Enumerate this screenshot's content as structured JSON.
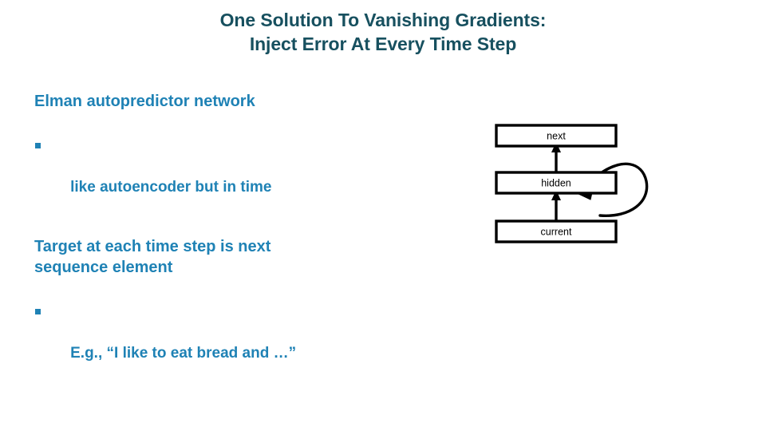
{
  "slide": {
    "title_line1": "One Solution To Vanishing Gradients:",
    "title_line2": "Inject Error At Every Time Step",
    "title_color": "#17505F",
    "body_color": "#1F82B5",
    "background_color": "#FFFFFF"
  },
  "body": {
    "items": [
      {
        "level": 1,
        "text": "Elman autopredictor network"
      },
      {
        "level": 2,
        "text": "like autoencoder but in time",
        "bullet": "filled-square-bullet"
      },
      {
        "level": 1,
        "text": "Target at each time step is next\nsequence element"
      },
      {
        "level": 2,
        "text": "E.g., “I like to eat bread and …”",
        "bullet": "filled-square-bullet"
      }
    ]
  },
  "diagram": {
    "name": "elman-autopredictor-network",
    "stroke_color": "#000000",
    "label_color": "#000000",
    "nodes": [
      {
        "id": "next",
        "label": "next"
      },
      {
        "id": "hidden",
        "label": "hidden"
      },
      {
        "id": "current",
        "label": "current"
      }
    ],
    "edges": [
      {
        "from": "hidden",
        "to": "next",
        "type": "arrow-up"
      },
      {
        "from": "current",
        "to": "hidden",
        "type": "arrow-up"
      },
      {
        "from": "hidden",
        "to": "hidden",
        "type": "recurrent-self-loop"
      }
    ]
  }
}
